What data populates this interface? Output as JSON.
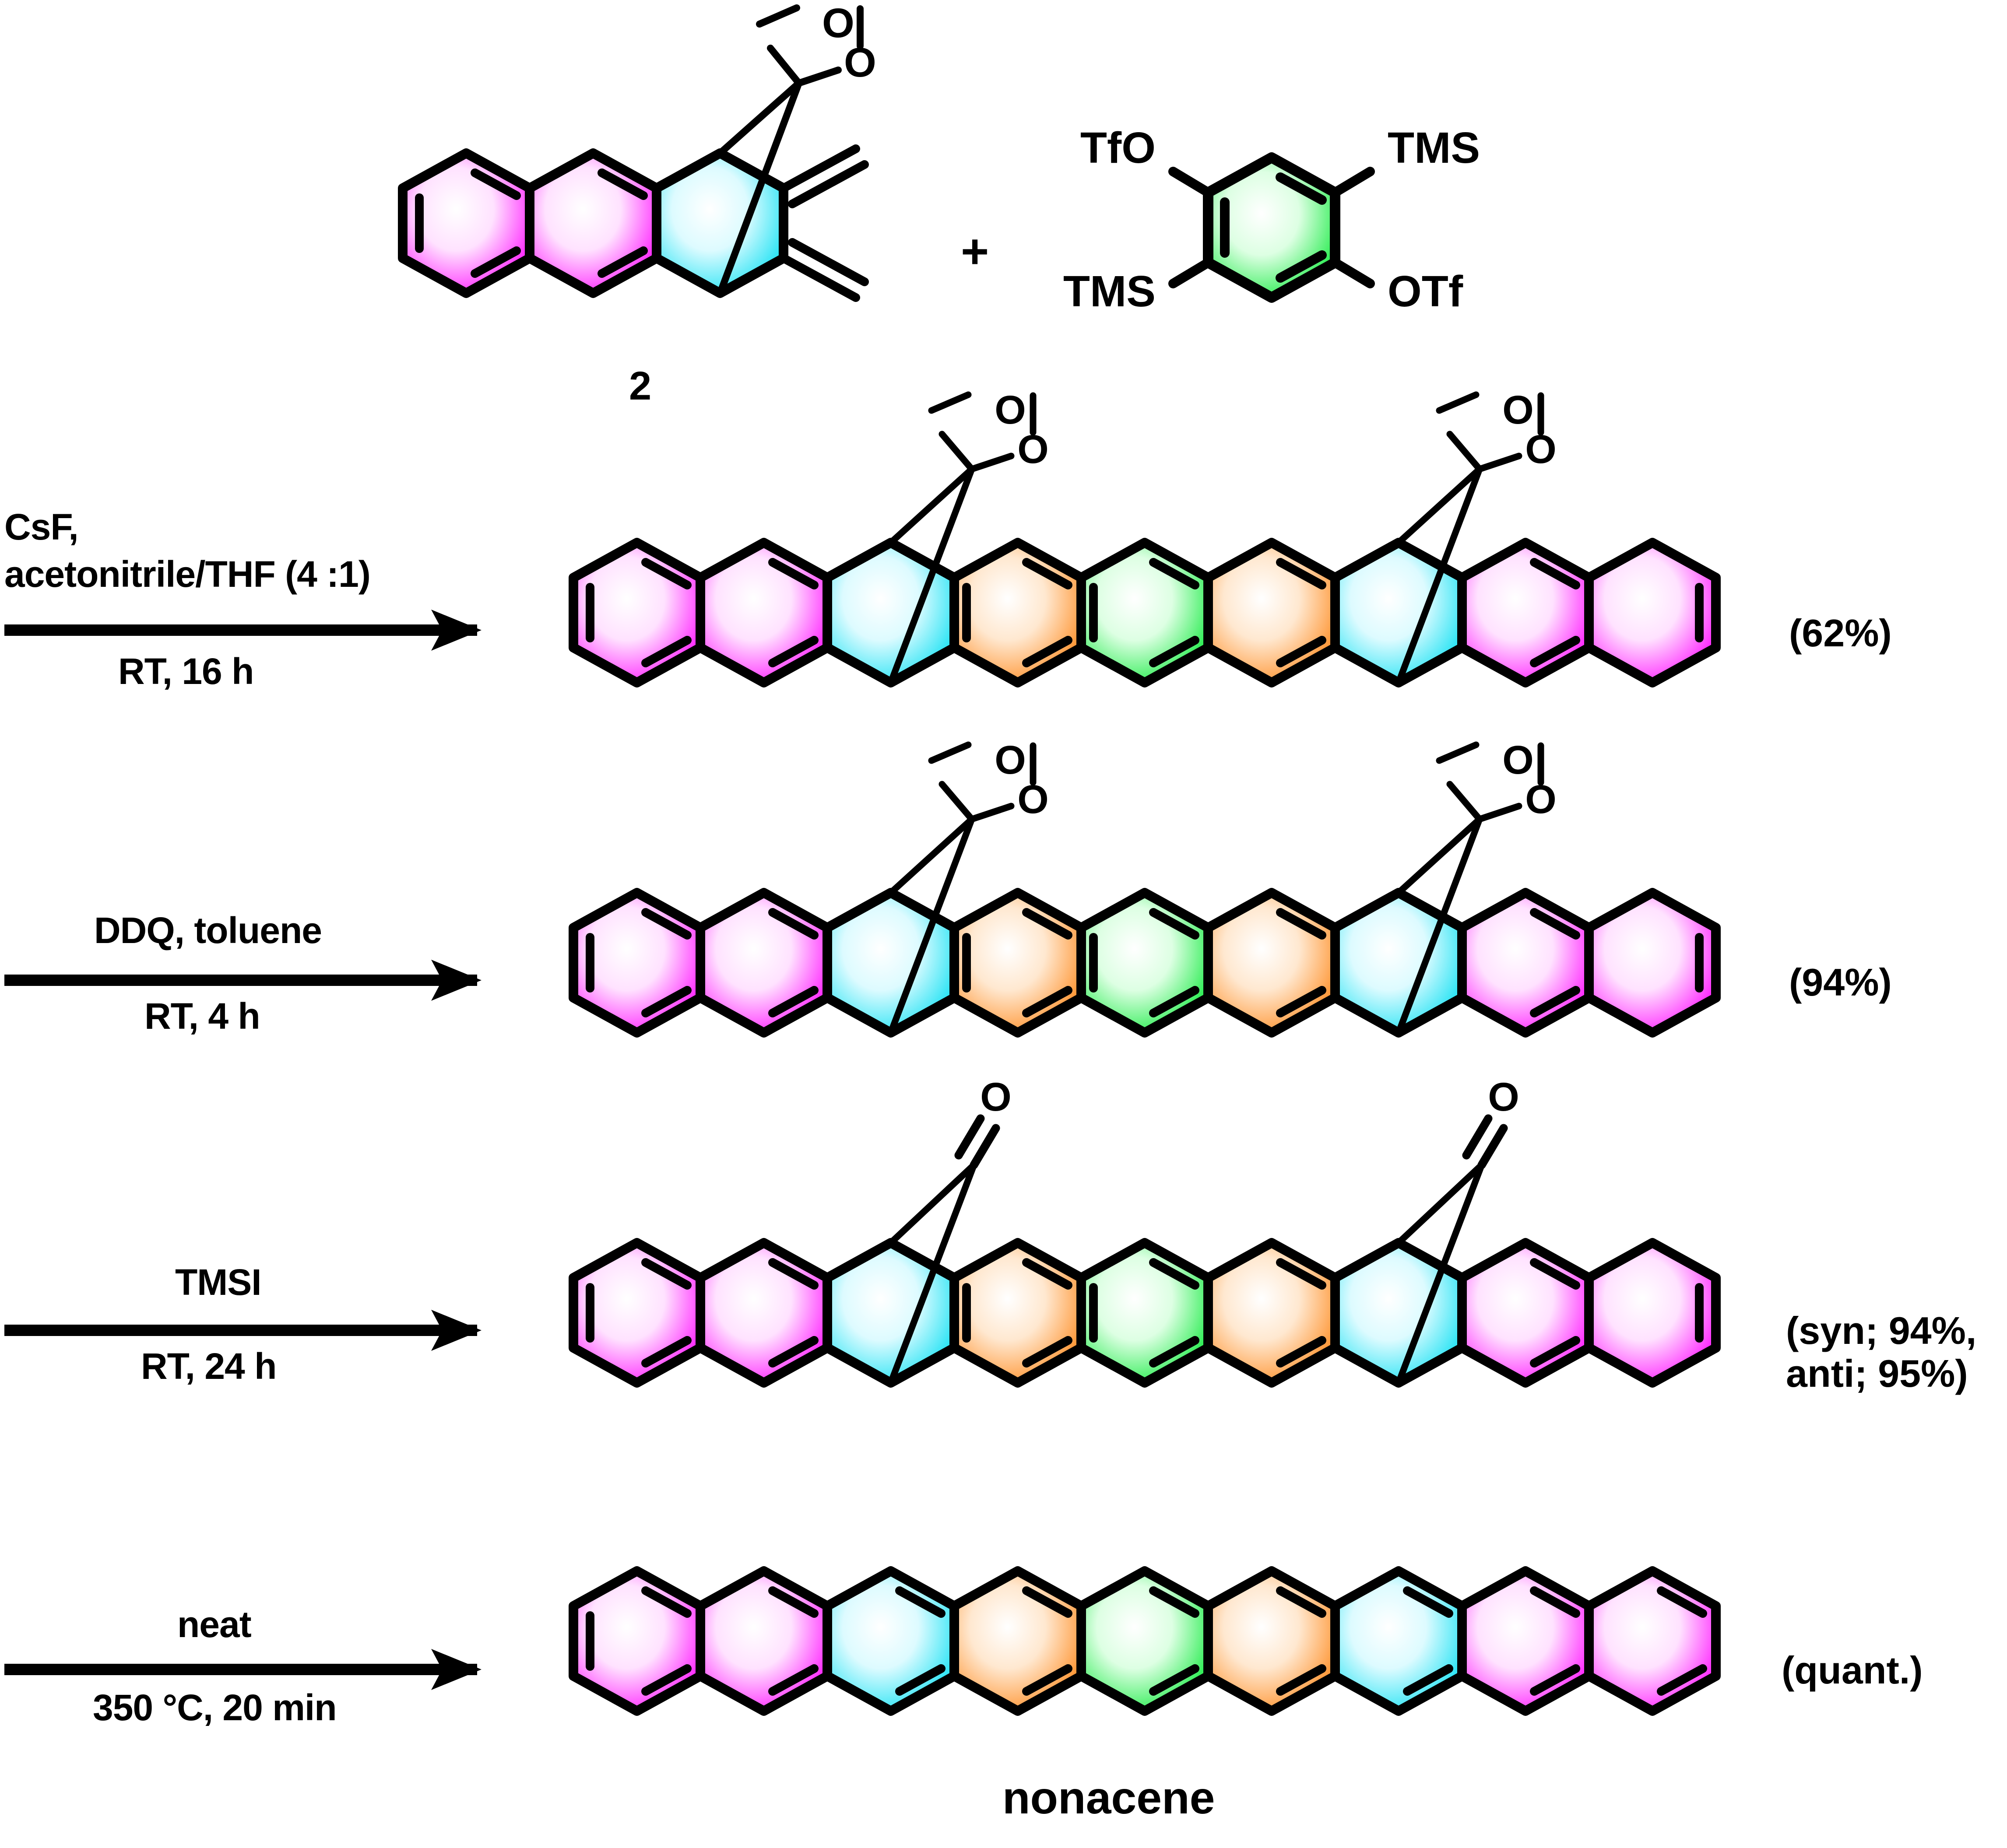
{
  "scheme": {
    "title": "nonacene synthesis scheme",
    "plus_symbol": "+",
    "final_product_label": "nonacene",
    "starting_material_label": "2"
  },
  "colors": {
    "magenta": "#FF33FF",
    "cyan": "#33E5F5",
    "orange": "#FF9A3C",
    "green": "#35EE5A",
    "outline": "#000000",
    "background": "#FFFFFF"
  },
  "reactants": {
    "compound_2": {
      "label": "2",
      "ring_colors": [
        "magenta",
        "magenta",
        "cyan"
      ],
      "substituents": [
        "O",
        "O"
      ],
      "exocyclic": [
        "methylene",
        "methylene"
      ]
    },
    "aryne_precursor": {
      "ring_color": "green",
      "labels": {
        "top_left": "TfO",
        "top_right": "TMS",
        "bottom_left": "TMS",
        "bottom_right": "OTf"
      }
    }
  },
  "steps": [
    {
      "id": "step1",
      "reagents_line1": "CsF,",
      "reagents_line2": "acetonitrile/THF (4 :1)",
      "conditions": "RT, 16 h",
      "yield": "(62%)",
      "product": {
        "ring_colors": [
          "magenta",
          "magenta",
          "cyan",
          "orange",
          "green",
          "orange",
          "cyan",
          "magenta",
          "magenta"
        ],
        "bridges": [
          "ketal",
          "ketal"
        ],
        "bridge_labels": [
          "O",
          "O",
          "O",
          "O"
        ]
      }
    },
    {
      "id": "step2",
      "reagents_line1": "DDQ, toluene",
      "reagents_line2": "",
      "conditions": "RT, 4 h",
      "yield": "(94%)",
      "product": {
        "ring_colors": [
          "magenta",
          "magenta",
          "cyan",
          "orange",
          "green",
          "orange",
          "cyan",
          "magenta",
          "magenta"
        ],
        "bridges": [
          "ketal",
          "ketal"
        ],
        "bridge_labels": [
          "O",
          "O",
          "O",
          "O"
        ]
      }
    },
    {
      "id": "step3",
      "reagents_line1": "TMSI",
      "reagents_line2": "",
      "conditions": "RT, 24 h",
      "yield_line1": "(syn; 94%,",
      "yield_line2": "anti; 95%)",
      "product": {
        "ring_colors": [
          "magenta",
          "magenta",
          "cyan",
          "orange",
          "green",
          "orange",
          "cyan",
          "magenta",
          "magenta"
        ],
        "bridges": [
          "ketone",
          "ketone"
        ],
        "bridge_labels": [
          "O",
          "O"
        ]
      }
    },
    {
      "id": "step4",
      "reagents_line1": "neat",
      "reagents_line2": "",
      "conditions": "350 °C, 20 min",
      "yield": "(quant.)",
      "product": {
        "ring_colors": [
          "magenta",
          "magenta",
          "cyan",
          "orange",
          "green",
          "orange",
          "cyan",
          "magenta",
          "magenta"
        ],
        "bridges": [],
        "label": "nonacene"
      }
    }
  ]
}
